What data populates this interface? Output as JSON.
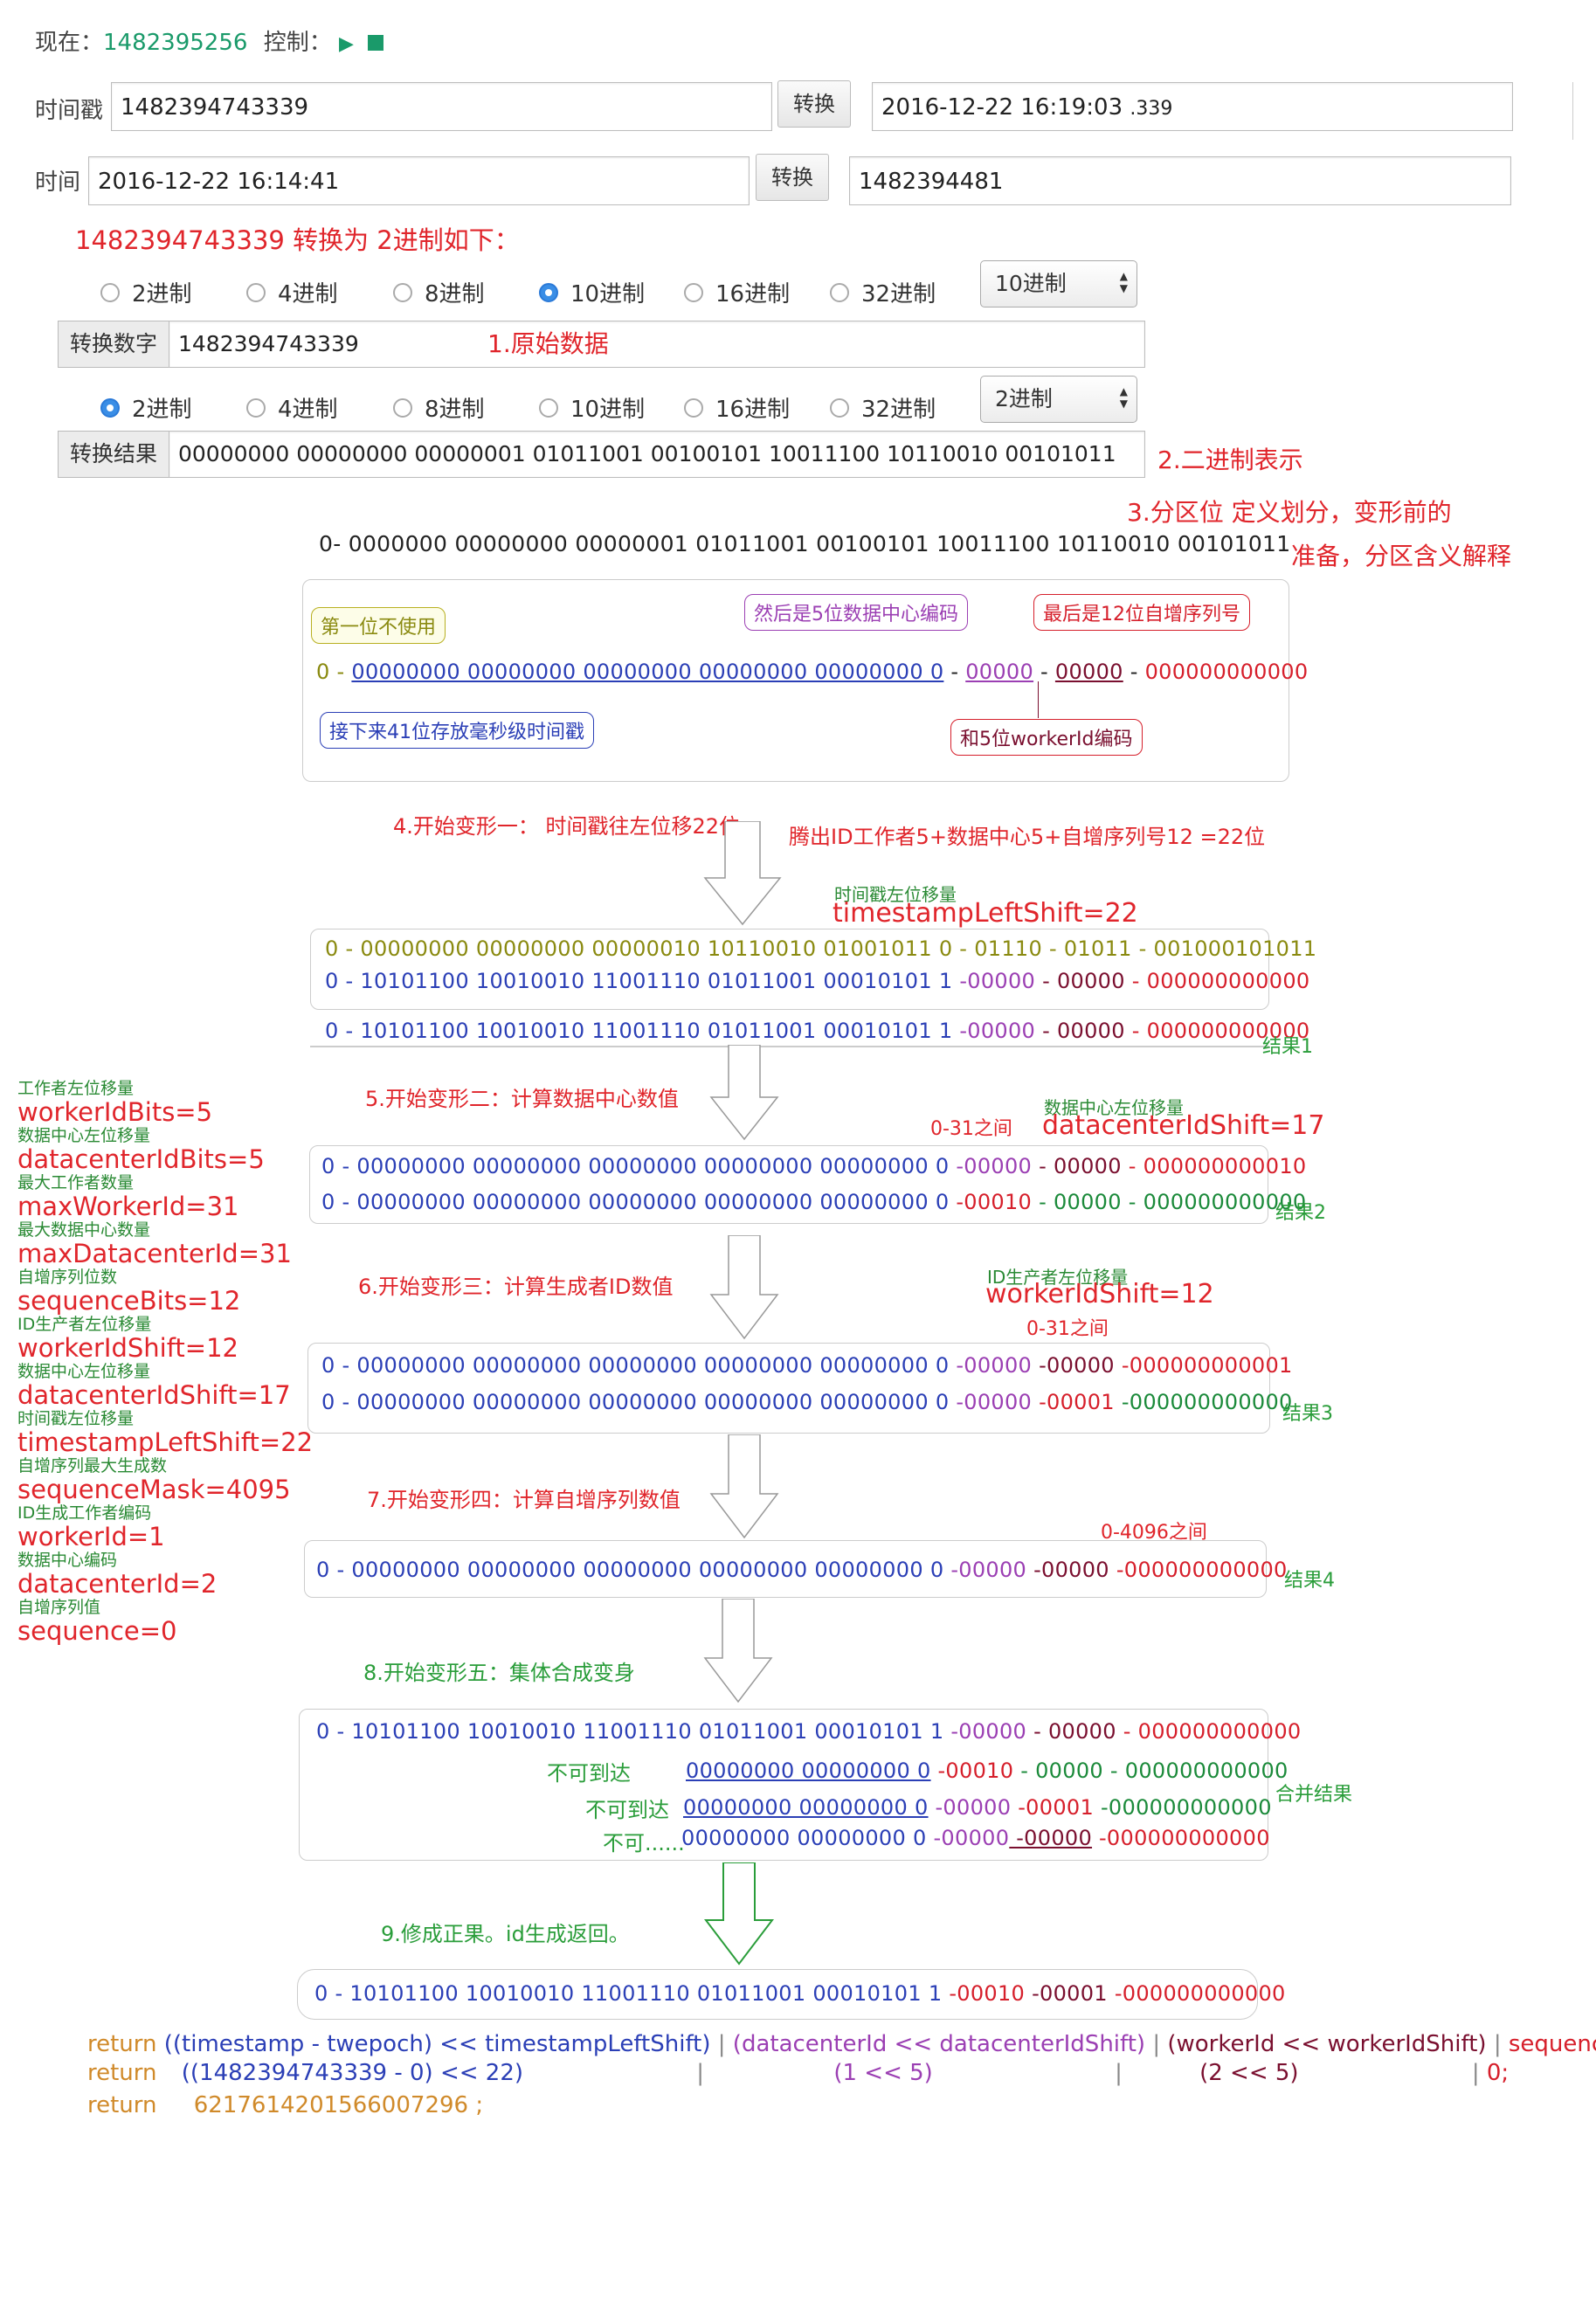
{
  "now": {
    "label": "现在：",
    "value": "1482395256",
    "control": "控制："
  },
  "ts_row": {
    "label": "时间戳",
    "input": "1482394743339",
    "button": "转换",
    "output_main": "2016-12-22 16:19:03",
    "output_ms": ".339"
  },
  "time_row": {
    "label": "时间",
    "input": "2016-12-22 16:14:41",
    "button": "转换",
    "output": "1482394481"
  },
  "heading": "1482394743339  转换为   2进制如下：",
  "radios1": [
    "2进制",
    "4进制",
    "8进制",
    "10进制",
    "16进制",
    "32进制"
  ],
  "select1": "10进制",
  "convert_num": {
    "label": "转换数字",
    "value": "1482394743339",
    "note": "1.原始数据"
  },
  "radios2": [
    "2进制",
    "4进制",
    "8进制",
    "10进制",
    "16进制",
    "32进制"
  ],
  "select2": "2进制",
  "convert_res": {
    "label": "转换结果",
    "value": "00000000 00000000  00000001  01011001  00100101  10011100  10110010  00101011",
    "note": "2.二进制表示"
  },
  "note3a": "3.分区位 定义划分，变形前的",
  "note3b": "准备，分区含义解释",
  "binary_line": "0- 0000000 00000000  00000001  01011001  00100101  10011100  10110010  00101011",
  "partition": {
    "b_first": "第一位不使用",
    "b_dc": "然后是5位数据中心编码",
    "b_seq": "最后是12位自增序列号",
    "b_ts": "接下来41位存放毫秒级时间戳",
    "b_worker": "和5位workerId编码",
    "row": [
      "0 - ",
      "00000000  00000000  00000000  00000000  00000000 0",
      " - ",
      "00000",
      " - ",
      "00000",
      " - ",
      "000000000000"
    ]
  },
  "step4": {
    "title": "4.开始变形一：  时间戳往左位移22位",
    "side": "腾出ID工作者5+数据中心5+自增序列号12  =22位",
    "small": "时间戳左位移量",
    "big": "timestampLeftShift=22",
    "r1": [
      "0 - 00000000  00000000  00000010  10110010  01001011 0 - 01110 - 01011 - 001000101011"
    ],
    "r2": [
      "0 - 10101100  10010010  11001110  01011001  00010101 1",
      " -00000",
      " - 00000",
      " - 000000000000"
    ],
    "r3": [
      "0 - 10101100  10010010  11001110  01011001  00010101 1",
      " -00000",
      " - 00000",
      " - 000000000000"
    ],
    "result": "结果1"
  },
  "left_vars": [
    {
      "small": "工作者左位移量",
      "big": "workerIdBits=5"
    },
    {
      "small": "数据中心左位移量",
      "big": "datacenterIdBits=5"
    },
    {
      "small": "最大工作者数量",
      "big": "maxWorkerId=31"
    },
    {
      "small": "最大数据中心数量",
      "big": "maxDatacenterId=31"
    },
    {
      "small": "自增序列位数",
      "big": "sequenceBits=12"
    },
    {
      "small": "ID生产者左位移量",
      "big": "workerIdShift=12"
    },
    {
      "small": "数据中心左位移量",
      "big": "datacenterIdShift=17"
    },
    {
      "small": "时间戳左位移量",
      "big": "timestampLeftShift=22"
    },
    {
      "small": "自增序列最大生成数",
      "big": "sequenceMask=4095"
    },
    {
      "small": "ID生成工作者编码",
      "big": "workerId=1"
    },
    {
      "small": "数据中心编码",
      "big": "datacenterId=2"
    },
    {
      "small": "自增序列值",
      "big": "sequence=0"
    }
  ],
  "step5": {
    "title": "5.开始变形二：计算数据中心数值",
    "range": "0-31之间",
    "small": "数据中心左位移量",
    "big": "datacenterIdShift=17",
    "r1": [
      "0 - 00000000  00000000  00000000  00000000  00000000  0",
      " -00000",
      " - 00000",
      " - 000000000010"
    ],
    "r2": [
      "0 - 00000000  00000000  00000000  00000000  00000000  0",
      " -00010",
      " - 00000",
      " - 000000000000"
    ],
    "result": "结果2"
  },
  "step6": {
    "title": "6.开始变形三：计算生成者ID数值",
    "small": "ID生产者左位移量",
    "big": "workerIdShift=12",
    "range": "0-31之间",
    "r1": [
      "0 - 00000000  00000000  00000000  00000000  00000000  0",
      " -00000",
      " -00000",
      " -000000000001"
    ],
    "r2": [
      "0 - 00000000  00000000  00000000  00000000  00000000  0",
      " -00000",
      " -00001",
      " -000000000000"
    ],
    "result": "结果3"
  },
  "step7": {
    "title": "7.开始变形四：计算自增序列数值",
    "range": "0-4096之间",
    "r1": [
      "0 - 00000000  00000000  00000000  00000000  00000000  0",
      " -00000",
      " -00000",
      " -000000000000"
    ],
    "result": "结果4"
  },
  "step8": {
    "title": "8.开始变形五：集体合成变身",
    "r1": [
      "0 - 10101100  10010010  11001110  01011001  00010101 1",
      " -00000",
      " - 00000",
      " - 000000000000"
    ],
    "u1": "不可到达",
    "r2": [
      "00000000  00000000  0",
      " -00010",
      " - 00000",
      " - 000000000000"
    ],
    "u2": "不可到达",
    "r3": [
      "00000000  00000000  0",
      " -00000",
      " -00001",
      " -000000000000"
    ],
    "u3": "不可......",
    "r4": [
      "00000000  00000000  0",
      " -00000",
      " -00000",
      " -000000000000"
    ],
    "result": "合并结果"
  },
  "step9": {
    "title": "9.修成正果。id生成返回。",
    "r1": [
      "0 - 10101100  10010010  11001110  01011001  00010101 1",
      " -00010",
      " -00001",
      " -000000000000"
    ]
  },
  "code": {
    "l1": [
      "return",
      "((timestamp - twepoch) << timestampLeftShift)",
      "|",
      "(datacenterId << datacenterIdShift)",
      "|",
      "(workerId << workerIdShift)",
      "|",
      "sequence;"
    ],
    "l2": [
      "return",
      "((1482394743339 - 0) << 22)",
      "|",
      "(1 << 5)",
      "|",
      "(2 << 5)",
      "|",
      "0;"
    ],
    "l3": [
      "return",
      "6217614201566007296 ;"
    ]
  },
  "colors": {
    "blue": "#2b3fb6",
    "olive": "#8a8a10",
    "purple": "#9b3fb3",
    "red": "#d61f2b",
    "maroon": "#7a0f2f",
    "green": "#1b8a3a",
    "orange": "#d08a2a"
  }
}
